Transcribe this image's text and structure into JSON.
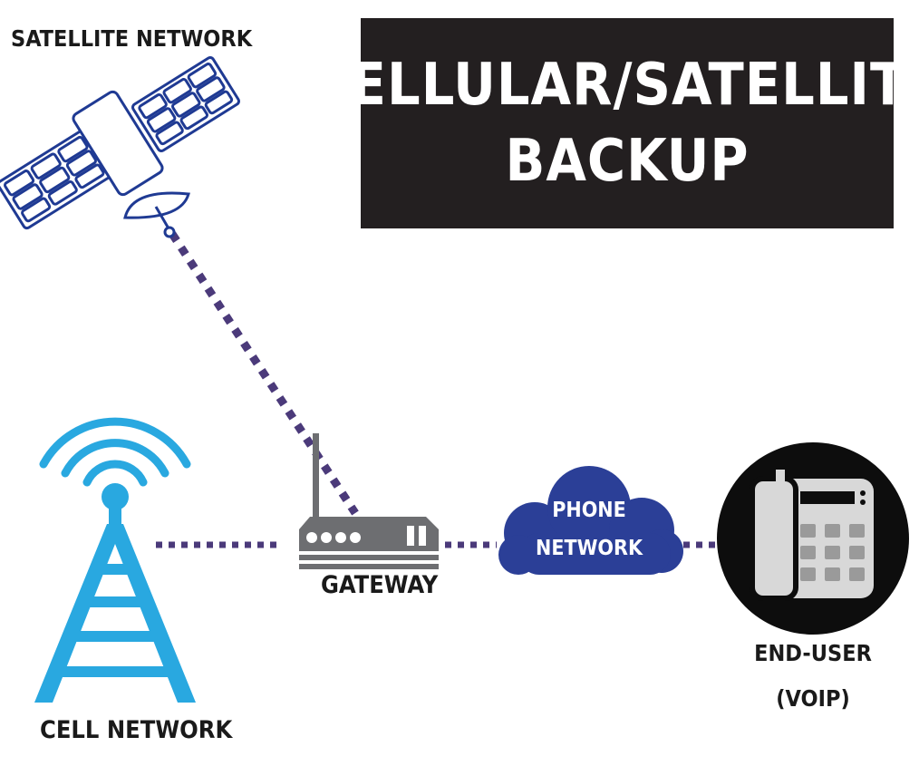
{
  "title": {
    "line1": "CELLULAR/SATELLITE",
    "line2": "BACKUP"
  },
  "nodes": {
    "satellite": {
      "label": "SATELLITE NETWORK",
      "icon": "satellite-icon"
    },
    "cell": {
      "label": "CELL NETWORK",
      "icon": "cell-tower-icon"
    },
    "gateway": {
      "label": "GATEWAY",
      "icon": "router-icon"
    },
    "phone_network": {
      "label_line1": "PHONE",
      "label_line2": "NETWORK",
      "icon": "cloud-icon"
    },
    "end_user": {
      "label_line1": "END-USER",
      "label_line2": "(VOIP)",
      "icon": "desk-phone-icon"
    }
  },
  "colors": {
    "title_bg": "#231f20",
    "satellite": "#1f3a93",
    "cell_tower": "#29a8e0",
    "link_dots": "#4b3a7a",
    "gateway": "#6d6e71",
    "cloud": "#2b3f97",
    "phone_circle": "#0d0d0d",
    "phone_body": "#d8d8d8"
  }
}
